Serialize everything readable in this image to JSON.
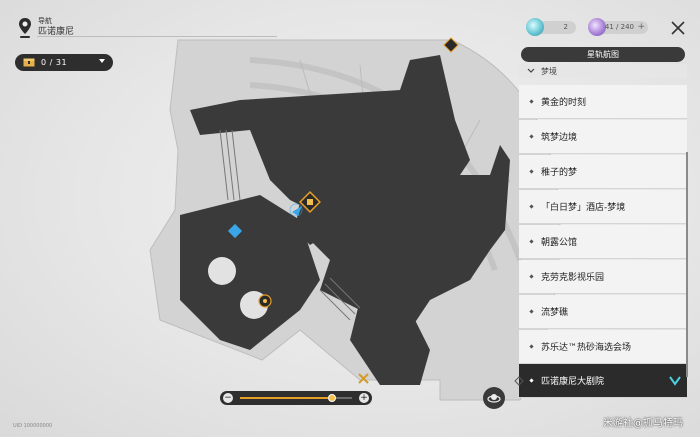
{
  "header": {
    "title": "导航",
    "location": "匹诺康尼"
  },
  "chest_counter": {
    "value": "0 / 31",
    "icon": "treasure-chest-icon"
  },
  "resources": [
    {
      "name": "stellar-jade",
      "value": "2",
      "icon": "stellar-jade-icon",
      "color": "#66c6d2"
    },
    {
      "name": "trailblaze-power",
      "value": "41 / 240",
      "icon": "trailblaze-power-icon",
      "color": "#a983d8"
    }
  ],
  "panel": {
    "title": "星轨航图",
    "group_label": "梦境",
    "items": [
      {
        "label": "黄金的时刻"
      },
      {
        "label": "筑梦边境"
      },
      {
        "label": "稚子的梦"
      },
      {
        "label": "「白日梦」酒店-梦境"
      },
      {
        "label": "朝露公馆"
      },
      {
        "label": "克劳克影视乐园"
      },
      {
        "label": "流梦礁"
      },
      {
        "label": "苏乐达™热砂海选会场"
      },
      {
        "label": "匹诺康尼大剧院",
        "selected": true
      }
    ]
  },
  "zoom": {
    "level": 0.82
  },
  "uid": "UID 100000000",
  "watermark": "米游社@抓马特玛",
  "colors": {
    "accent": "#e6a028",
    "selected_chevron": "#4fd0e0",
    "marker": "#3aa6e8"
  }
}
